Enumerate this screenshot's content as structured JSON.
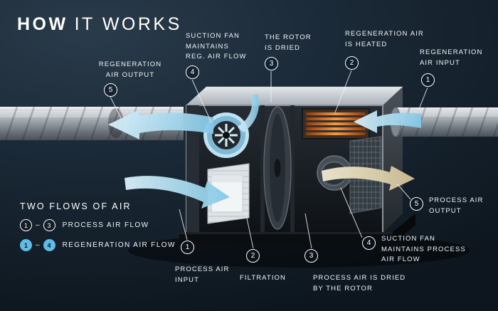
{
  "title": {
    "bold": "HOW",
    "rest": "IT WORKS"
  },
  "callouts": {
    "reg_output": {
      "num": "5",
      "label": "REGENERATION\nAIR OUTPUT"
    },
    "suction_fan_reg": {
      "num": "4",
      "label": "SUCTION FAN\nMAINTAINS\nREG. AIR FLOW"
    },
    "rotor_dried": {
      "num": "3",
      "label": "THE ROTOR\nIS DRIED"
    },
    "reg_heated": {
      "num": "2",
      "label": "REGENERATION AIR\nIS HEATED"
    },
    "reg_input": {
      "num": "1",
      "label": "REGENERATION\nAIR INPUT"
    },
    "process_input": {
      "num": "1",
      "label": "PROCESS AIR\nINPUT"
    },
    "filtration": {
      "num": "2",
      "label": "FILTRATION"
    },
    "process_dried": {
      "num": "3",
      "label": "PROCESS AIR IS DRIED\nBY THE ROTOR"
    },
    "suction_fan_process": {
      "num": "4",
      "label": "SUCTION FAN\nMAINTAINS PROCESS\nAIR FLOW"
    },
    "process_output": {
      "num": "5",
      "label": "PROCESS AIR\nOUTPUT"
    }
  },
  "legend": {
    "title": "TWO FLOWS OF AIR",
    "rows": [
      {
        "from": "1",
        "dash": "–",
        "to": "3",
        "label": "PROCESS AIR FLOW"
      },
      {
        "from": "1",
        "dash": "–",
        "to": "4",
        "label": "REGENERATION AIR FLOW"
      }
    ]
  },
  "colors": {
    "background": "#16222d",
    "text": "#ffffff",
    "air_flow_blue": "#9ed7ef",
    "dried_air_beige": "#e6d9b4",
    "heater_orange": "#ef9448",
    "regeneration_badge_blue": "#5fbde4"
  }
}
